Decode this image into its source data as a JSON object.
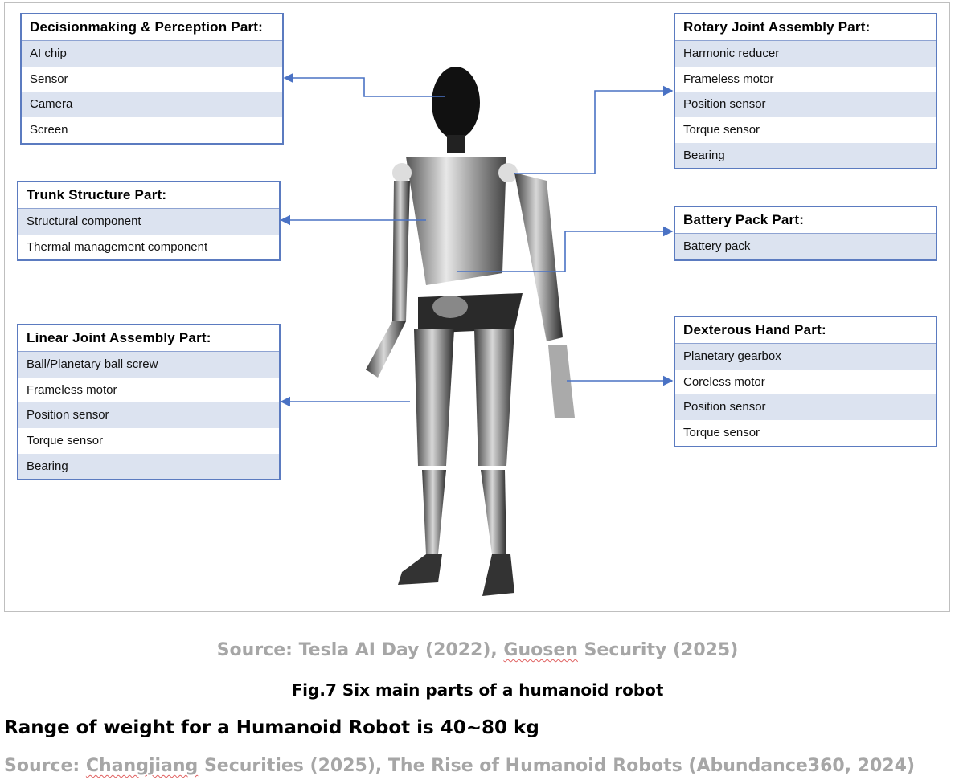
{
  "parts": [
    {
      "title": "Decisionmaking & Perception Part:",
      "items": [
        "AI chip",
        "Sensor",
        "Camera",
        "Screen"
      ]
    },
    {
      "title": "Rotary Joint Assembly Part:",
      "items": [
        "Harmonic reducer",
        "Frameless motor",
        "Position sensor",
        "Torque sensor",
        "Bearing"
      ]
    },
    {
      "title": "Trunk Structure Part:",
      "items": [
        "Structural component",
        "Thermal management component"
      ]
    },
    {
      "title": "Battery Pack Part:",
      "items": [
        "Battery pack"
      ]
    },
    {
      "title": "Linear Joint Assembly Part:",
      "items": [
        "Ball/Planetary ball screw",
        "Frameless motor",
        "Position sensor",
        "Torque sensor",
        "Bearing"
      ]
    },
    {
      "title": "Dexterous Hand Part:",
      "items": [
        "Planetary gearbox",
        "Coreless motor",
        "Position sensor",
        "Torque sensor"
      ]
    }
  ],
  "source1": {
    "prefix": "Source: ",
    "ref1": "Tesla AI Day",
    "mid": " (2022), ",
    "ref2": "Guosen",
    "suffix": " Security (2025)"
  },
  "figure_caption": "Fig.7 Six main parts of a humanoid robot",
  "headline": "Range of weight for a Humanoid Robot is 40~80 kg",
  "source2": {
    "prefix": "Source: ",
    "ref1": "Changjiang",
    "suffix": " Securities (2025), The Rise of Humanoid Robots (Abundance360, 2024)"
  },
  "colors": {
    "box_border": "#5b7bc0",
    "row_shade": "#dce3f0",
    "source_gray": "#a6a6a6"
  }
}
